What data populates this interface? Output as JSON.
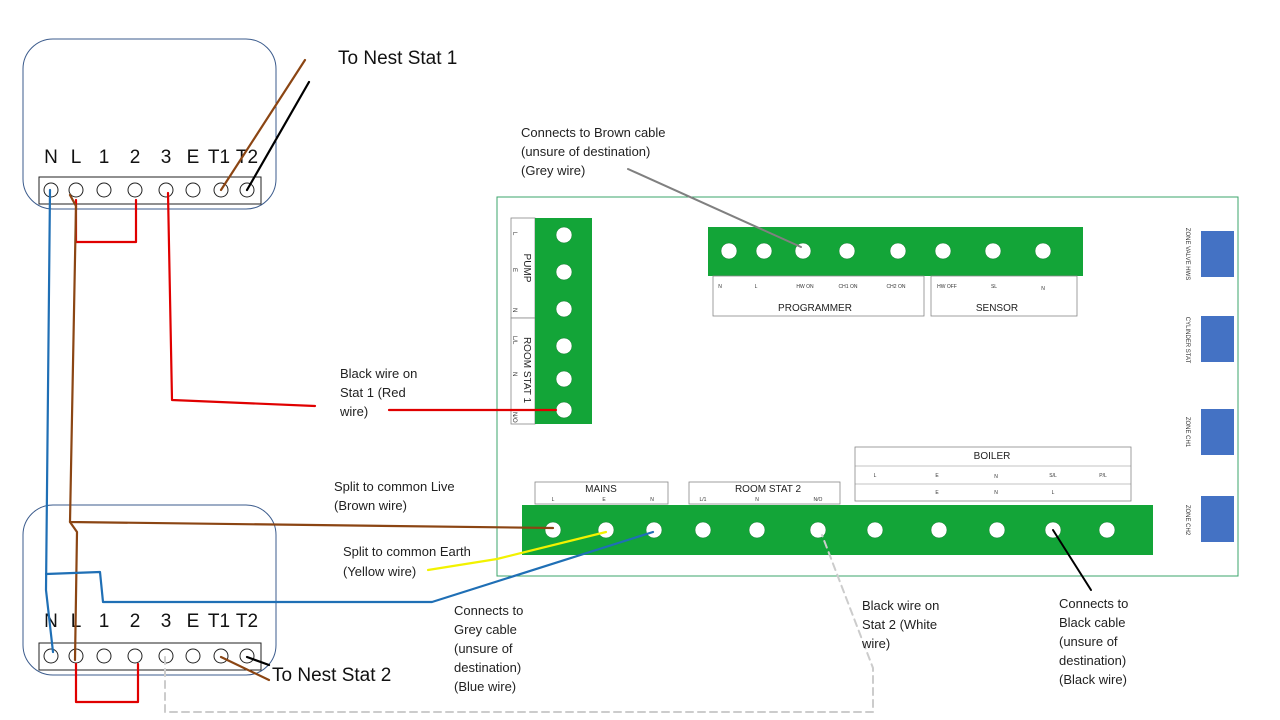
{
  "stat1": {
    "terminals": [
      "N",
      "L",
      "1",
      "2",
      "3",
      "E",
      "T1",
      "T2"
    ],
    "label": "To Nest Stat 1"
  },
  "stat2": {
    "terminals": [
      "N",
      "L",
      "1",
      "2",
      "3",
      "E",
      "T1",
      "T2"
    ],
    "label": "To Nest Stat 2"
  },
  "board": {
    "pump_label": "PUMP",
    "roomstat1_label": "ROOM STAT 1",
    "left_pin_labels": [
      "L",
      "E",
      "N",
      "L/L",
      "N",
      "N/O"
    ],
    "programmer_label": "PROGRAMMER",
    "sensor_label": "SENSOR",
    "programmer_pins": [
      "N",
      "L",
      "HW ON",
      "CH1 ON",
      "CH2 ON"
    ],
    "sensor_pins": [
      "HW OFF",
      "SL",
      "N"
    ],
    "mains_label": "MAINS",
    "mains_pins": [
      "L",
      "E",
      "N"
    ],
    "roomstat2_label": "ROOM STAT 2",
    "roomstat2_pins": [
      "L/1",
      "N",
      "N/O"
    ],
    "boiler_label": "BOILER",
    "boiler_pins_top": [
      "L",
      "E",
      "N",
      "S/L",
      "P/L"
    ],
    "boiler_pins_bottom": [
      "E",
      "N",
      "L"
    ],
    "side_labels": [
      "ZONE VALVE HWS",
      "CYLINDER STAT",
      "ZONE CH1",
      "ZONE CH2"
    ]
  },
  "annotations": {
    "grey_wire": [
      "Connects to Brown cable",
      "(unsure of destination)",
      "(Grey wire)"
    ],
    "stat1_black": [
      "Black wire on",
      "Stat 1 (Red",
      "wire)"
    ],
    "live_split": [
      "Split to common Live",
      "(Brown wire)"
    ],
    "earth_split": [
      "Split to common Earth",
      "(Yellow wire)"
    ],
    "blue_wire": [
      "Connects to",
      "Grey cable",
      "(unsure of",
      "destination)",
      "(Blue wire)"
    ],
    "stat2_black": [
      "Black wire on",
      "Stat 2 (White",
      "wire)"
    ],
    "black_cable": [
      "Connects to",
      "Black cable",
      "(unsure of",
      "destination)",
      "(Black wire)"
    ]
  },
  "colors": {
    "brown": "#8B4513",
    "red": "#E00000",
    "blue": "#1F6FB5",
    "yellow": "#F2F200",
    "black": "#000000",
    "grey": "#808080",
    "green": "#13A538",
    "side_block": "#4472C4",
    "board_border": "#3BA46B",
    "box_border": "#3B5B8C"
  }
}
